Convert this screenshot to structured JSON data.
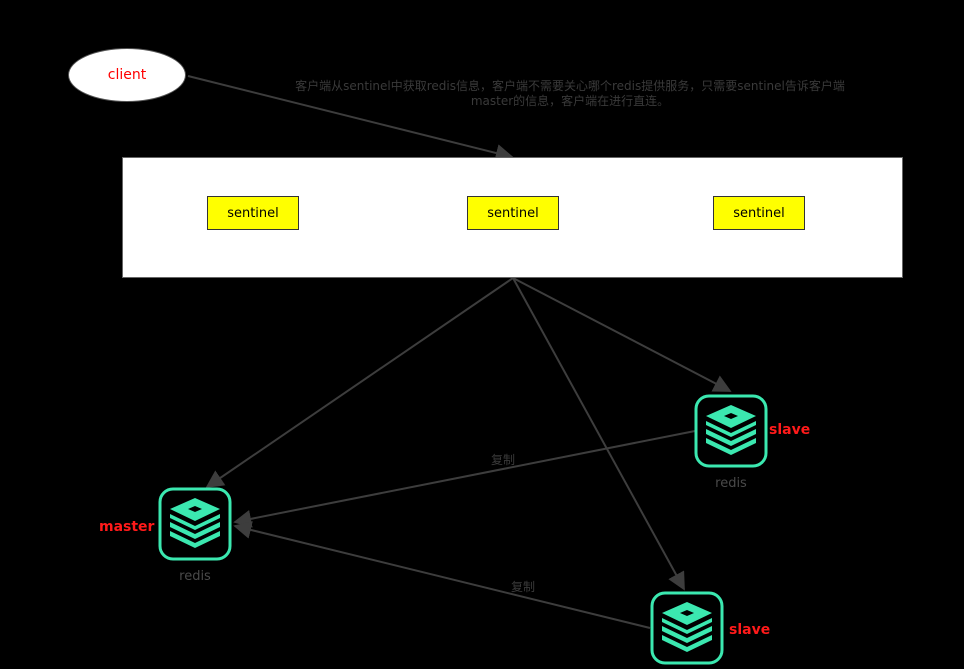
{
  "client": {
    "label": "client"
  },
  "note": {
    "line1": "客户端从sentinel中获取redis信息，客户端不需要关心哪个redis提供服务，只需要sentinel告诉客户端",
    "line2": "master的信息，客户端在进行直连。"
  },
  "sentinels": [
    {
      "label": "sentinel"
    },
    {
      "label": "sentinel"
    },
    {
      "label": "sentinel"
    }
  ],
  "nodes": {
    "master": {
      "role": "master",
      "caption": "redis"
    },
    "slave_top": {
      "role": "slave",
      "caption": "redis"
    },
    "slave_bottom": {
      "role": "slave"
    }
  },
  "edges": {
    "replication_top": "复制",
    "replication_bottom": "复制"
  },
  "colors": {
    "background": "#000000",
    "role_text": "#ff1a1a",
    "sentinel_fill": "#ffff00",
    "redis_icon": "#3be8b0",
    "edge": "#3d3d3d"
  },
  "icons": {
    "redis": "redis-stack-icon"
  }
}
